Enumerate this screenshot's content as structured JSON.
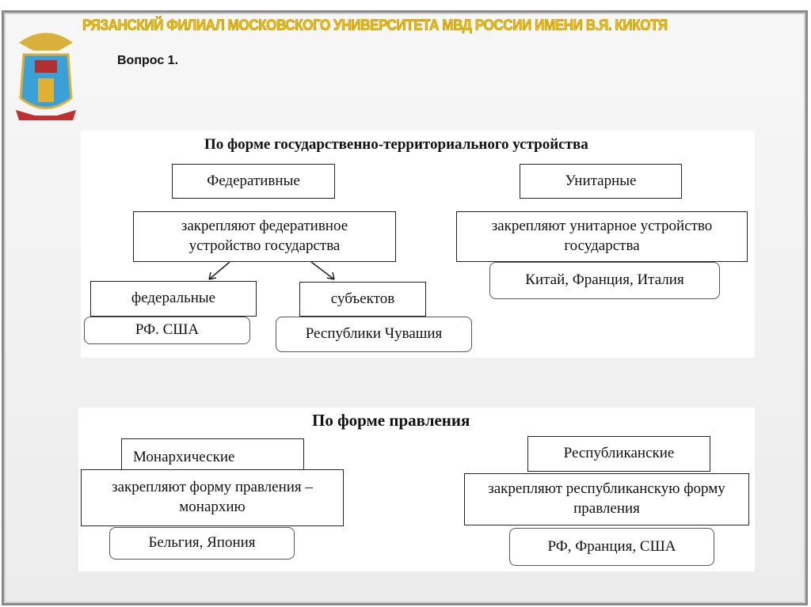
{
  "header": {
    "title": "РЯЗАНСКИЙ ФИЛИАЛ МОСКОВСКОГО УНИВЕРСИТЕТА МВД РОССИИ ИМЕНИ В.Я. КИКОТЯ",
    "question": "Вопрос 1."
  },
  "diagram1": {
    "title": "По форме государственно-территориального устройства",
    "federal": "Федеративные",
    "unitary": "Унитарные",
    "federal_desc": "закрепляют федеративное устройство государства",
    "unitary_desc": "закрепляют унитарное устройство государства",
    "unitary_examples": "Китай, Франция, Италия",
    "federal_level": "федеральные",
    "federal_level_examples": "РФ. США",
    "subjects": "субъектов",
    "subjects_examples": "Республики Чувашия"
  },
  "diagram2": {
    "title": "По форме правления",
    "monarchy": "Монархические",
    "monarchy_desc": "закрепляют форму правления – монархию",
    "monarchy_examples": "Бельгия, Япония",
    "republic": "Республиканские",
    "republic_desc": "закрепляют республиканскую форму правления",
    "republic_examples": "РФ, Франция, США"
  }
}
